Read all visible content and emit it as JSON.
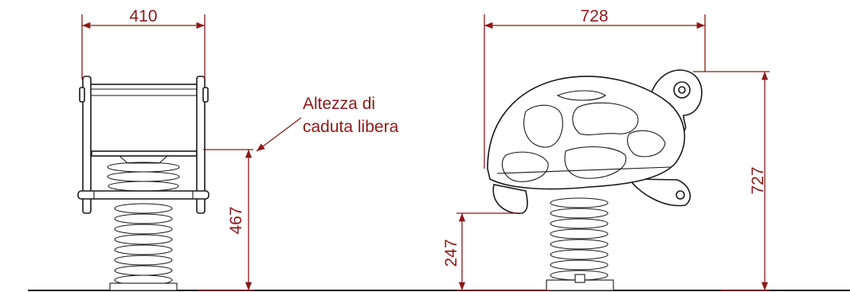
{
  "dimensions": {
    "front_width": "410",
    "front_height": "467",
    "side_width": "728",
    "side_height": "727",
    "seat_height": "247"
  },
  "annotation": {
    "line1": "Altezza di",
    "line2": "caduta libera"
  },
  "colors": {
    "dimension": "#8b1a1a",
    "outline": "#1a1a1a",
    "background": "#ffffff"
  }
}
